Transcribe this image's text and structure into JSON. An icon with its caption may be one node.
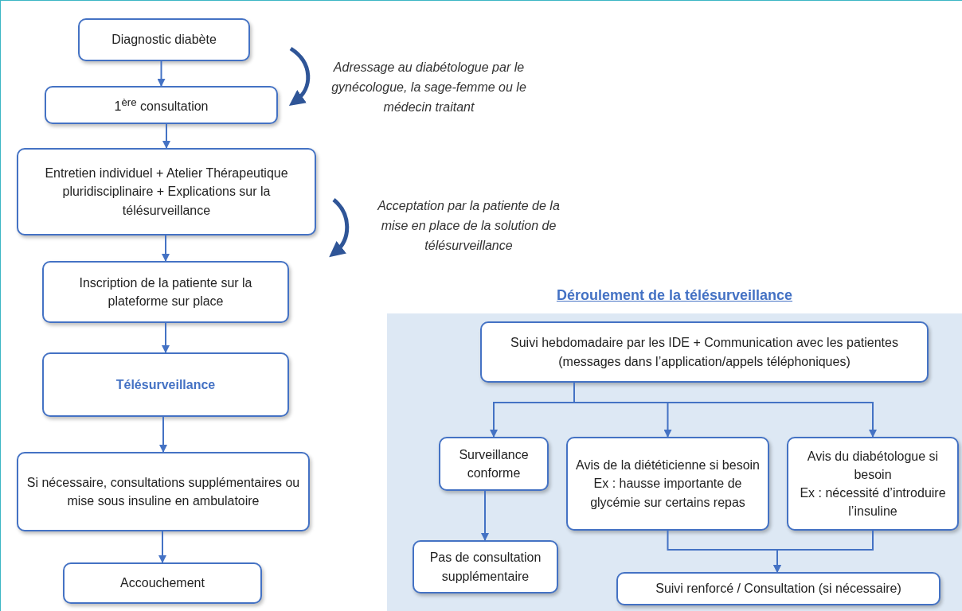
{
  "diagram": {
    "nodes": [
      {
        "text": [
          "Diagnostic diabète"
        ]
      },
      {
        "text": [
          "1$^{ère}$ consultation"
        ]
      },
      {
        "text": [
          "Entretien individuel + Atelier Thérapeutique pluridisciplinaire + Explications sur la télésurveillance"
        ]
      },
      {
        "text": [
          "Inscription de la patiente sur la plateforme sur place"
        ]
      },
      {
        "text": [
          "Télésurveillance"
        ]
      },
      {
        "text": [
          "Si nécessaire, consultations supplémentaires ou mise sous insuline en ambulatoire"
        ]
      },
      {
        "text": [
          "Accouchement"
        ]
      },
      {
        "text": [
          "Déroulement de la télésurveillance"
        ]
      },
      {
        "text": [
          "Suivi hebdomadaire par les IDE + Communication avec les patientes (messages dans l’application/appels téléphoniques)"
        ],
        "in": 7
      },
      {
        "text": [
          "Surveillance conforme"
        ],
        "in": 7
      },
      {
        "text": [
          "Avis de la diététicienne si besoin",
          "Ex : hausse importante de glycémie sur certains repas"
        ],
        "in": 7
      },
      {
        "text": [
          "Avis du diabétologue si besoin",
          "Ex : nécessité d’introduire l’insuline"
        ],
        "in": 7
      },
      {
        "text": [
          "Pas de consultation supplémentaire"
        ],
        "in": 7
      },
      {
        "text": [
          "Suivi renforcé / Consultation (si nécessaire)"
        ],
        "in": 7
      }
    ],
    "edges": [
      {
        "from": 0,
        "to": 1,
        "arrow": "to"
      },
      {
        "from": 1,
        "to": 2,
        "arrow": "to"
      },
      {
        "from": 2,
        "to": 3,
        "arrow": "to"
      },
      {
        "from": 3,
        "to": 4,
        "arrow": "to"
      },
      {
        "from": 4,
        "to": 5,
        "arrow": "to"
      },
      {
        "from": 5,
        "to": 6,
        "arrow": "to"
      },
      {
        "from": 8,
        "to": 9,
        "arrow": "to"
      },
      {
        "from": 8,
        "to": 10,
        "arrow": "to"
      },
      {
        "from": 8,
        "to": 11,
        "arrow": "to"
      },
      {
        "from": 9,
        "to": 12,
        "arrow": "to"
      },
      {
        "from": 10,
        "to": 13,
        "arrow": "to"
      },
      {
        "from": 11,
        "to": 13,
        "arrow": "to"
      }
    ],
    "labels": [
      "Adressage au diabétologue par le gynécologue, la sage-femme ou le médecin traitant",
      "Acceptation par la patiente de la mise en place de la solution de télésurveillance"
    ]
  }
}
